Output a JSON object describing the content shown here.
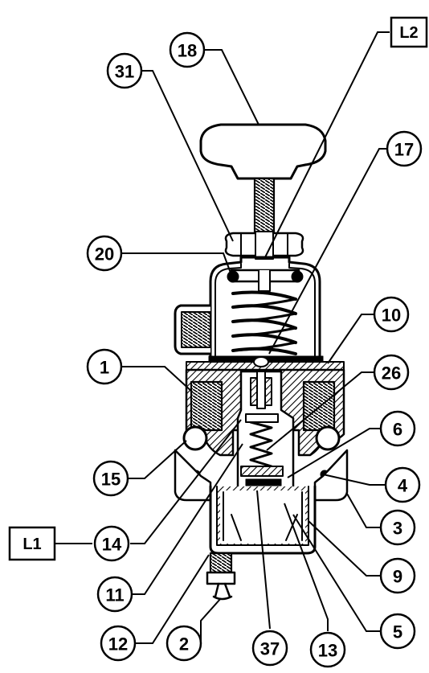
{
  "callouts": [
    {
      "id": "c18",
      "label": "18"
    },
    {
      "id": "c31",
      "label": "31"
    },
    {
      "id": "c17",
      "label": "17"
    },
    {
      "id": "c20",
      "label": "20"
    },
    {
      "id": "c10",
      "label": "10"
    },
    {
      "id": "c1",
      "label": "1"
    },
    {
      "id": "c26",
      "label": "26"
    },
    {
      "id": "c6",
      "label": "6"
    },
    {
      "id": "c15",
      "label": "15"
    },
    {
      "id": "c4",
      "label": "4"
    },
    {
      "id": "c3",
      "label": "3"
    },
    {
      "id": "c14",
      "label": "14"
    },
    {
      "id": "c9",
      "label": "9"
    },
    {
      "id": "c11",
      "label": "11"
    },
    {
      "id": "c5",
      "label": "5"
    },
    {
      "id": "c12",
      "label": "12"
    },
    {
      "id": "c2",
      "label": "2"
    },
    {
      "id": "c37",
      "label": "37"
    },
    {
      "id": "c13",
      "label": "13"
    }
  ],
  "boxes": [
    {
      "id": "bL2",
      "label": "L2"
    },
    {
      "id": "bL1",
      "label": "L1"
    }
  ]
}
